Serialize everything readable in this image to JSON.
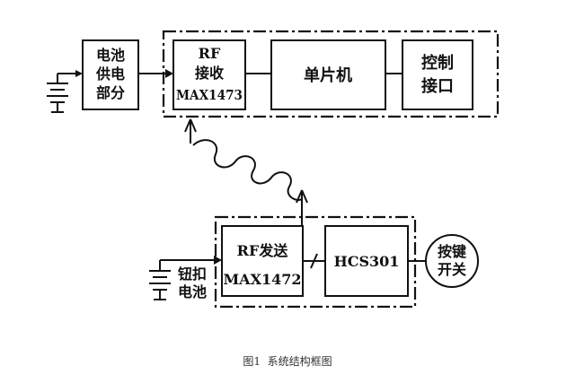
{
  "receiver": {
    "power_label": [
      "电池",
      "供电",
      "部分"
    ],
    "rf_label": [
      "RF",
      "接收",
      "MAX1473"
    ],
    "mcu_label": "单片机",
    "ctrl_label": [
      "控制",
      "接口"
    ]
  },
  "transmitter": {
    "rf_label": [
      "RF发送",
      "MAX1472"
    ],
    "encoder_label": "HCS301",
    "key_label": [
      "按键",
      "开关"
    ],
    "battery_label": [
      "钮扣",
      "电池"
    ]
  },
  "caption": "图1  系统结构框图",
  "colors": {
    "ink": "#111111",
    "caption": "#333333",
    "background": "#ffffff"
  }
}
